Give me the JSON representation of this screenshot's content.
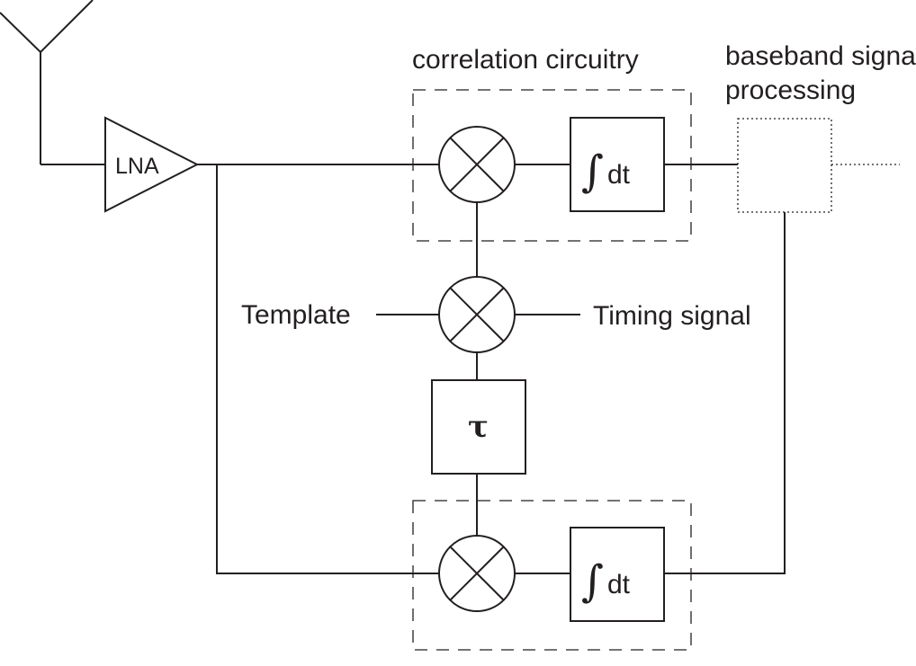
{
  "labels": {
    "correlation_circuitry": "correlation circuitry",
    "baseband_line1": "baseband signal",
    "baseband_line2": "processing",
    "lna": "LNA",
    "template": "Template",
    "timing_signal": "Timing signal",
    "integrator_top": "dt",
    "integrator_bottom": "dt",
    "delay": "τ"
  },
  "symbols": {
    "integral": "∫"
  },
  "colors": {
    "stroke": "#231f20",
    "background": "#ffffff"
  }
}
